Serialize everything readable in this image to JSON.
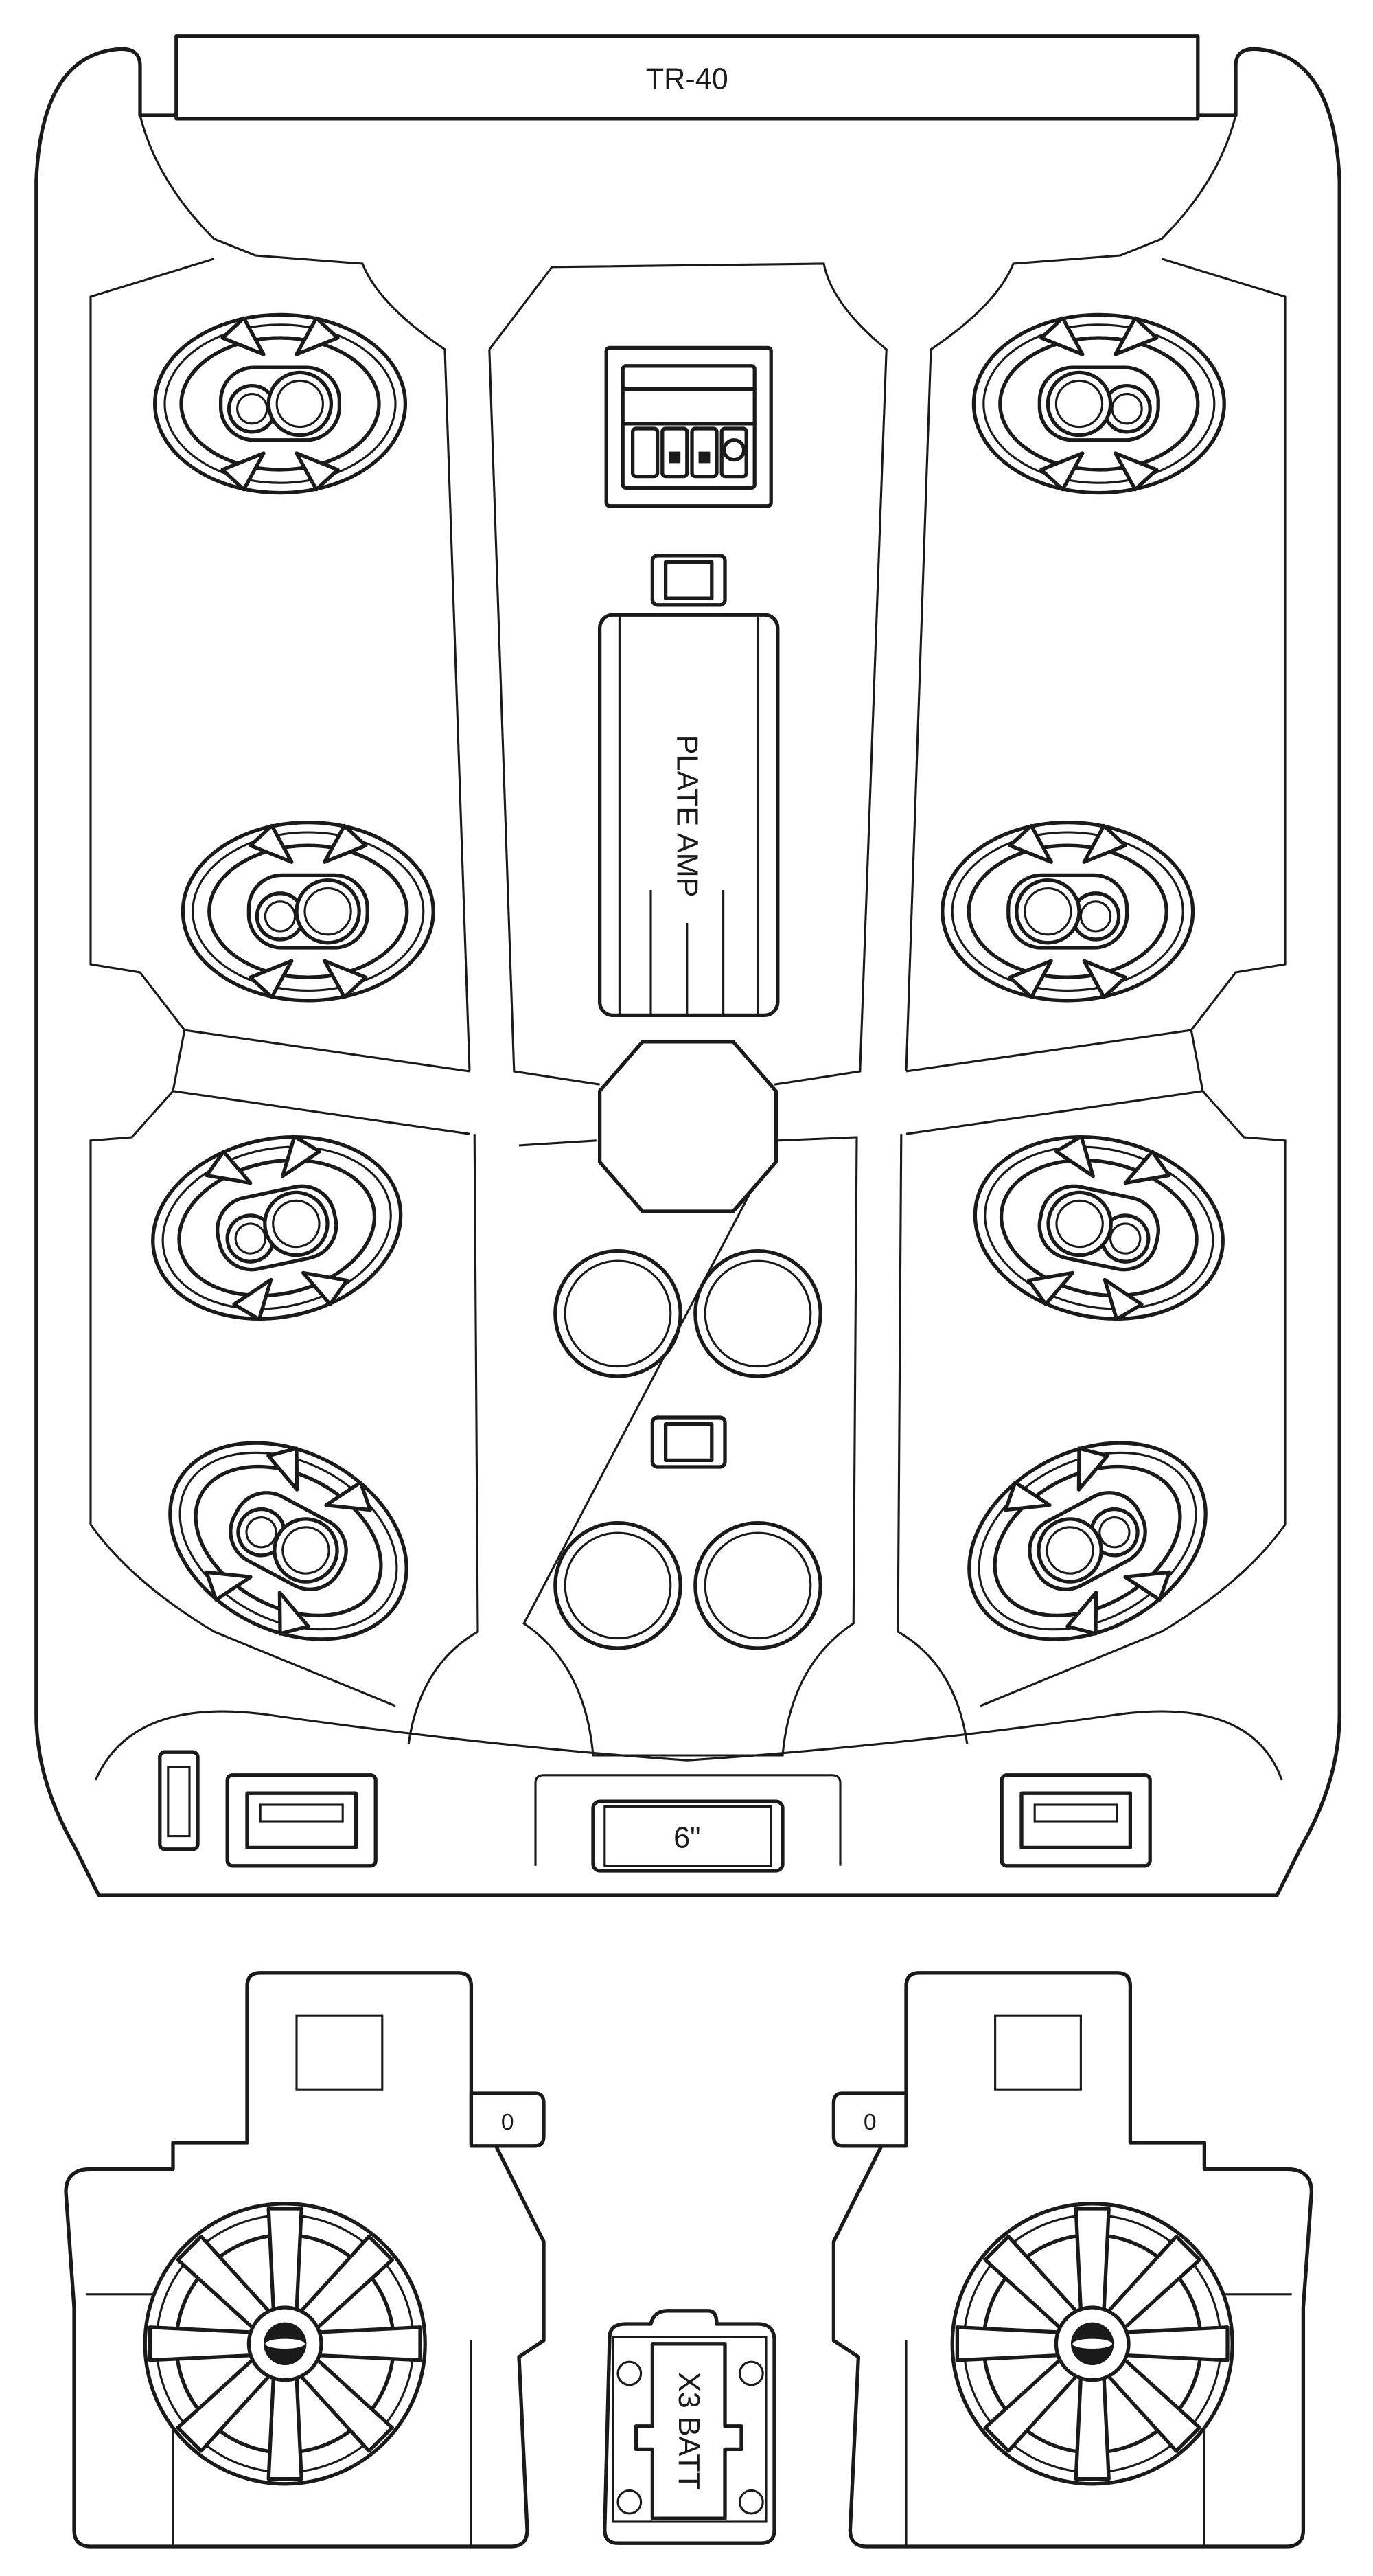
{
  "diagram": {
    "title": "TR-40",
    "labels": {
      "plate_amp": "PLATE AMP",
      "sub_size": "6\"",
      "battery": "X3 BATT",
      "left_port": "0",
      "right_port": "0"
    },
    "line_color": "#1a1a1a",
    "background": "#ffffff"
  }
}
